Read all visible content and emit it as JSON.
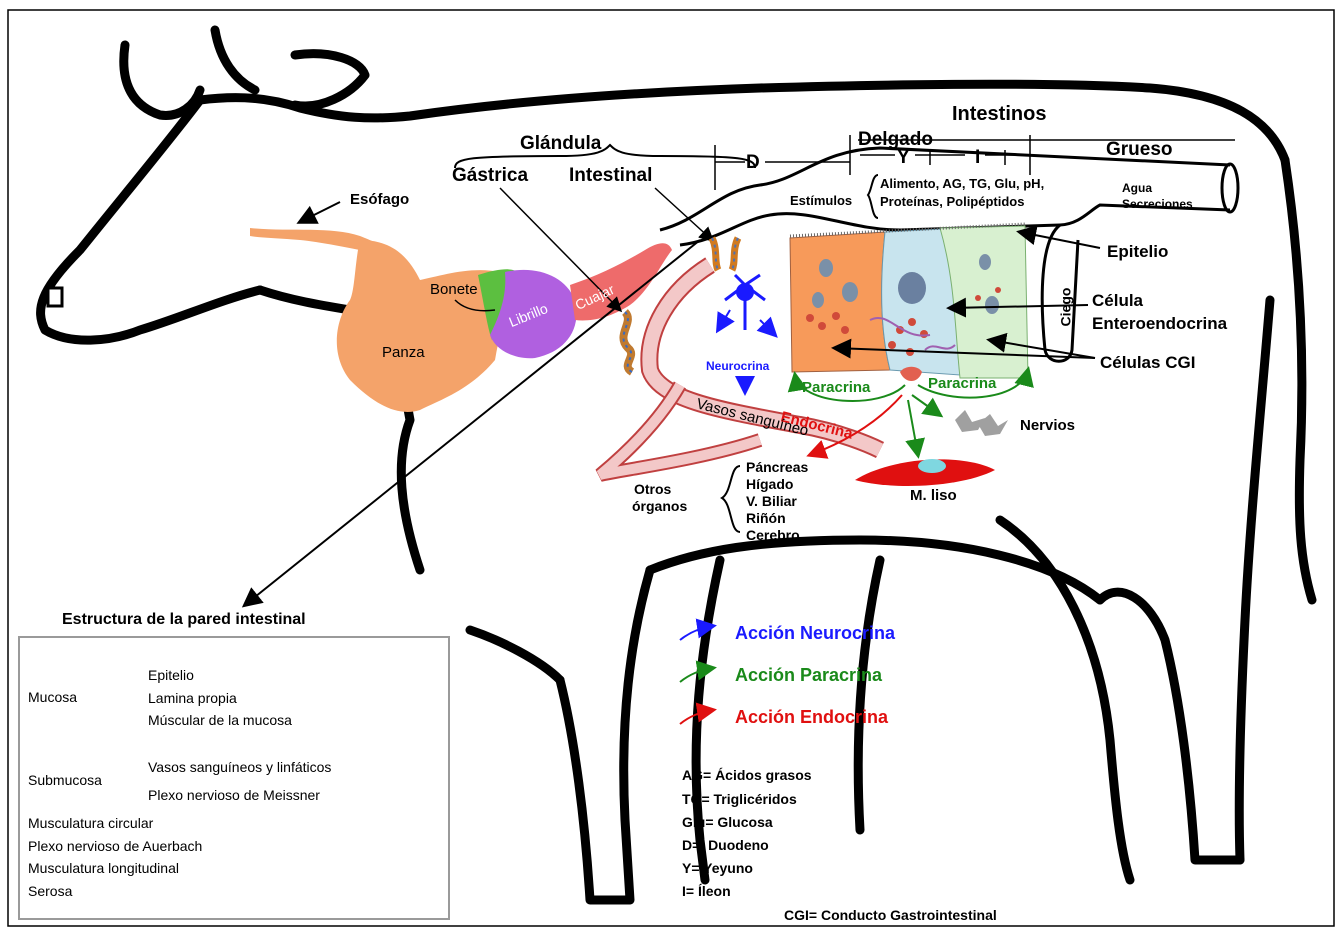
{
  "title_intestinos": "Intestinos",
  "delgado": "Delgado",
  "grueso": "Grueso",
  "d": "D",
  "y": "Y",
  "i": "I",
  "glandula": "Glándula",
  "gastrica": "Gástrica",
  "intestinal": "Intestinal",
  "esofago": "Esófago",
  "estimulos": "Estímulos",
  "estimulos_detail_1": "Alimento, AG, TG, Glu, pH,",
  "estimulos_detail_2": "Proteínas, Polipéptidos",
  "agua": "Agua",
  "secreciones": "Secreciones",
  "epitelio": "Epitelio",
  "ciego": "Ciego",
  "celula": "Célula",
  "enteroendocrina": "Enteroendocrina",
  "celulas_cgi": "Células CGI",
  "bonete": "Bonete",
  "librillo": "Librillo",
  "cuajar": "Cuajar",
  "panza": "Panza",
  "neurocrina": "Neurocrina",
  "paracrina_left": "Paracrina",
  "paracrina_right": "Paracrina",
  "endocrina": "Endocrina",
  "vasos": "Vasos sanguíneo",
  "nervios": "Nervios",
  "m_liso": "M. liso",
  "otros_1": "Otros",
  "otros_2": "órganos",
  "organs": [
    "Páncreas",
    "Hígado",
    "V. Biliar",
    "Riñón",
    "Cerebro"
  ],
  "wall_title": "Estructura de la pared intestinal",
  "wall": {
    "mucosa": "Mucosa",
    "mucosa_items": [
      "Epitelio",
      "Lamina propia",
      "Múscular de la mucosa"
    ],
    "submucosa": "Submucosa",
    "submucosa_items": [
      "Vasos sanguíneos y linfáticos",
      "Plexo nervioso de Meissner"
    ],
    "musc_circular": "Musculatura circular",
    "plexo_auerbach": "Plexo nervioso de Auerbach",
    "musc_longitudinal": "Musculatura longitudinal",
    "serosa": "Serosa"
  },
  "actions": [
    {
      "label": "Acción Neurocrina",
      "color": "#1a1aff"
    },
    {
      "label": "Acción Paracrina",
      "color": "#1a8a1a"
    },
    {
      "label": "Acción Endocrina",
      "color": "#e01010"
    }
  ],
  "abbreviations": [
    "AG= Ácidos grasos",
    "TG= Triglicéridos",
    "Glu= Glucosa",
    "D=  Duodeno",
    "Y= Yeyuno",
    "I= Íleon"
  ],
  "cgi_def": "CGI= Conducto Gastrointestinal",
  "colors": {
    "stomach": "#f4a36a",
    "librillo": "#b060e0",
    "bonete_band": "#5cbf40",
    "cuajar": "#ee6b6b",
    "cell_orange": "#f79a5a",
    "cell_blue": "#c8e4ee",
    "cell_green": "#d8f0d0",
    "vessel": "#f3c8c8"
  }
}
